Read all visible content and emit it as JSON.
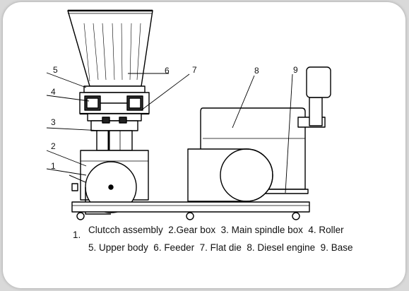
{
  "callouts": [
    "1",
    "2",
    "3",
    "4",
    "5",
    "6",
    "7",
    "8",
    "9"
  ],
  "caption": {
    "number": "1.",
    "line1": "Clutcch assembly  2.Gear box  3. Main spindle box  4. Roller",
    "line2": "5. Upper body  6. Feeder  7. Flat die  8. Diesel engine  9. Base"
  }
}
